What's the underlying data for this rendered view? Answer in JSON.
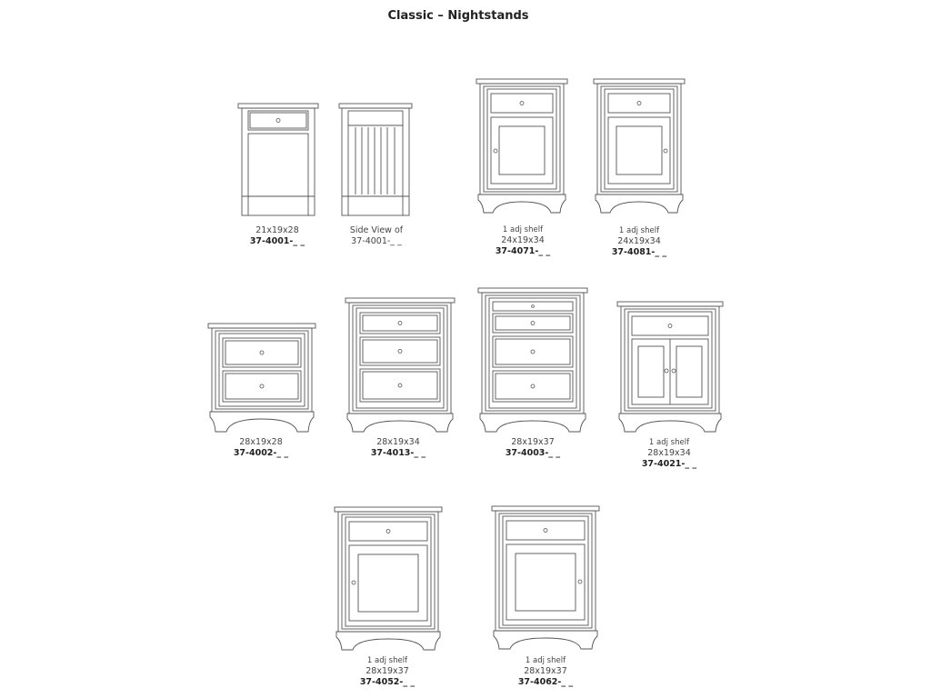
{
  "page": {
    "title": "Classic – Nightstands"
  },
  "items": [
    {
      "dim": "21x19x28",
      "code": "37-4001-_ _"
    },
    {
      "dim": "Side View of",
      "code": "37-4001-_ _"
    },
    {
      "shelf": "1 adj shelf",
      "dim": "24x19x34",
      "code": "37-4071-_ _"
    },
    {
      "shelf": "1 adj shelf",
      "dim": "24x19x34",
      "code": "37-4081-_ _"
    },
    {
      "dim": "28x19x28",
      "code": "37-4002-_ _"
    },
    {
      "dim": "28x19x34",
      "code": "37-4013-_ _"
    },
    {
      "dim": "28x19x37",
      "code": "37-4003-_ _"
    },
    {
      "shelf": "1 adj shelf",
      "dim": "28x19x34",
      "code": "37-4021-_ _"
    },
    {
      "shelf": "1 adj shelf",
      "dim": "28x19x37",
      "code": "37-4052-_ _"
    },
    {
      "shelf": "1 adj shelf",
      "dim": "28x19x37",
      "code": "37-4062-_ _"
    }
  ]
}
